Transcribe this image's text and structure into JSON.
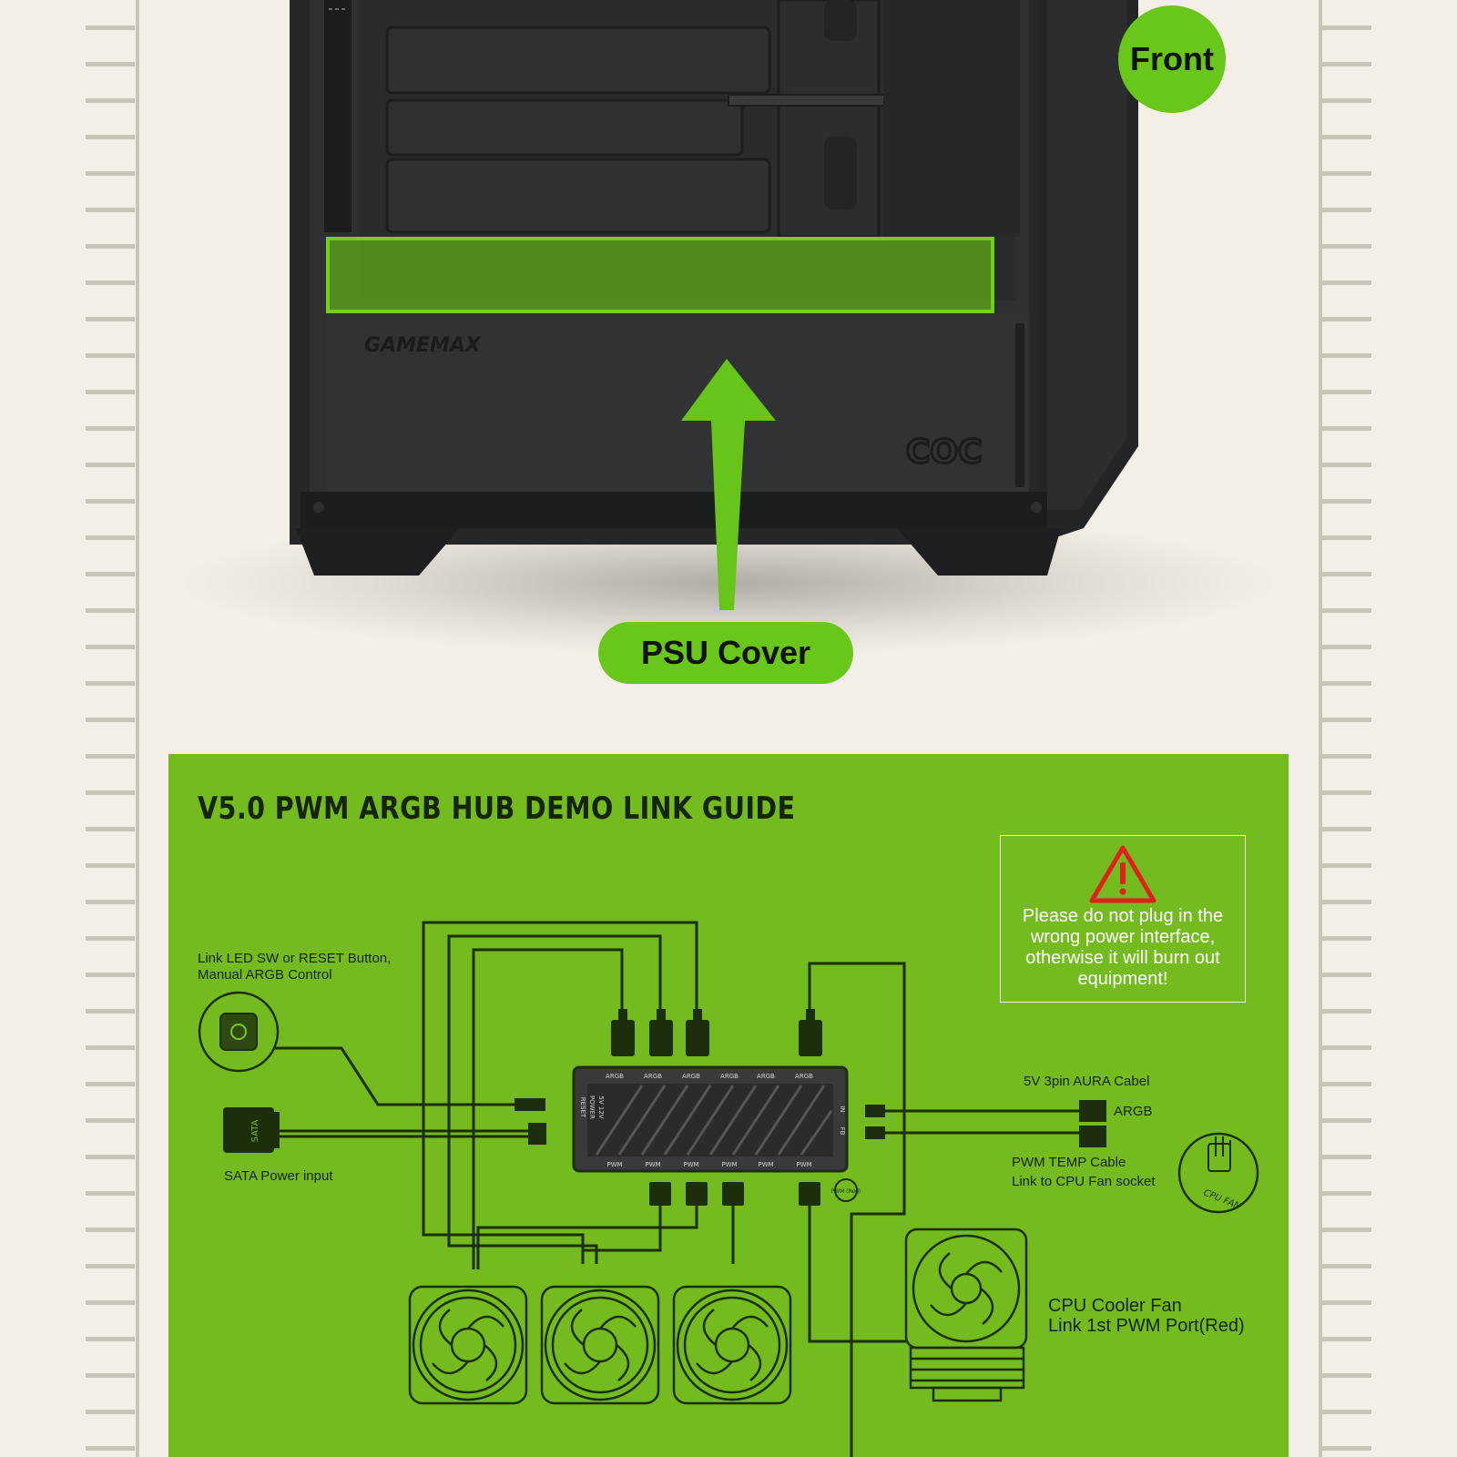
{
  "badges": {
    "front": "Front",
    "psu_cover": "PSU Cover"
  },
  "case": {
    "brand": "GAMEMAX",
    "logo_mark": "COC"
  },
  "guide": {
    "title": "V5.0 PWM ARGB HUB DEMO LINK GUIDE",
    "warning": "Please do not plug in the wrong power interface, otherwise it will burn out equipment!",
    "labels": {
      "led_sw_line1": "Link LED SW or RESET Button,",
      "led_sw_line2": "Manual ARGB Control",
      "sata_power": "SATA Power input",
      "aura_cable": "5V 3pin AURA Cabel",
      "argb": "ARGB",
      "pwm_temp_line1": "PWM TEMP Cable",
      "pwm_temp_line2": "Link to CPU Fan socket",
      "cpu_cooler_line1": "CPU Cooler Fan",
      "cpu_cooler_line2": "Link 1st PWM Port(Red)",
      "cpu_fan_socket": "CPU FAN",
      "sata_chip": "SATA",
      "pwm_red": "PWM (Red)"
    },
    "hub": {
      "top_ports": [
        "ARGB",
        "ARGB",
        "ARGB",
        "ARGB",
        "ARGB",
        "ARGB"
      ],
      "bottom_ports": [
        "PWM",
        "PWM",
        "PWM",
        "PWM",
        "PWM",
        "PWM"
      ],
      "left_side": [
        "RESET",
        "POWER",
        "5V 12V"
      ],
      "right_side": [
        "IN",
        "FB"
      ]
    }
  },
  "colors": {
    "accent_green": "#69c61a",
    "panel_green": "#74bb1f",
    "line_dark": "#15240a",
    "warning_red": "#e0201b",
    "background": "#f3efe6"
  },
  "icons": [
    "led-button-icon",
    "sata-connector-icon",
    "warning-icon",
    "up-arrow-icon",
    "cpu-fan-socket-icon",
    "case-fan-icon",
    "cpu-cooler-icon"
  ]
}
